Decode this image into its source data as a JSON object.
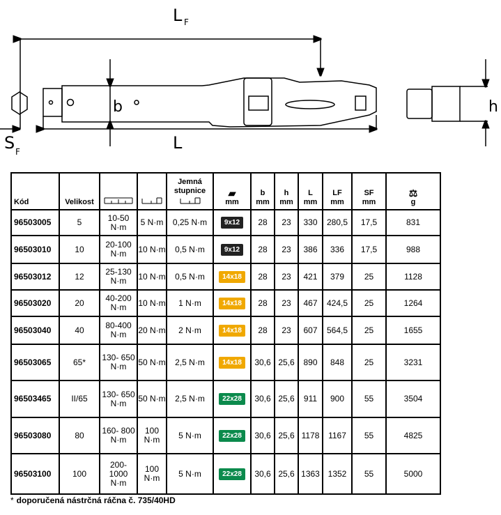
{
  "drawing": {
    "lf": "L",
    "lf_sub": "F",
    "l": "L",
    "sf": "S",
    "sf_sub": "F",
    "b": "b",
    "h": "h"
  },
  "headers": {
    "kod": "Kód",
    "velikost": "Velikost",
    "jemna": "Jemná stupnice",
    "mm": "mm",
    "b": "b",
    "h": "h",
    "L": "L",
    "LF": "LF",
    "SF": "SF",
    "g": "g"
  },
  "colors": {
    "black": "#222222",
    "orange": "#f0a800",
    "green": "#0b8a4c"
  },
  "rows": [
    {
      "kod": "96503005",
      "vel": "5",
      "rozsah": "10-50 N·m",
      "dil": "5 N·m",
      "jemna": "0,25 N·m",
      "ctyrhran": "9x12",
      "color": "#222222",
      "b": "28",
      "h": "23",
      "L": "330",
      "LF": "280,5",
      "SF": "17,5",
      "g": "831"
    },
    {
      "kod": "96503010",
      "vel": "10",
      "rozsah": "20-100 N·m",
      "dil": "10 N·m",
      "jemna": "0,5 N·m",
      "ctyrhran": "9x12",
      "color": "#222222",
      "b": "28",
      "h": "23",
      "L": "386",
      "LF": "336",
      "SF": "17,5",
      "g": "988"
    },
    {
      "kod": "96503012",
      "vel": "12",
      "rozsah": "25-130 N·m",
      "dil": "10 N·m",
      "jemna": "0,5 N·m",
      "ctyrhran": "14x18",
      "color": "#f0a800",
      "b": "28",
      "h": "23",
      "L": "421",
      "LF": "379",
      "SF": "25",
      "g": "1128"
    },
    {
      "kod": "96503020",
      "vel": "20",
      "rozsah": "40-200 N·m",
      "dil": "10 N·m",
      "jemna": "1 N·m",
      "ctyrhran": "14x18",
      "color": "#f0a800",
      "b": "28",
      "h": "23",
      "L": "467",
      "LF": "424,5",
      "SF": "25",
      "g": "1264"
    },
    {
      "kod": "96503040",
      "vel": "40",
      "rozsah": "80-400 N·m",
      "dil": "20 N·m",
      "jemna": "2 N·m",
      "ctyrhran": "14x18",
      "color": "#f0a800",
      "b": "28",
      "h": "23",
      "L": "607",
      "LF": "564,5",
      "SF": "25",
      "g": "1655"
    },
    {
      "kod": "96503065",
      "vel": "65*",
      "rozsah": "130- 650 N·m",
      "dil": "50 N·m",
      "jemna": "2,5 N·m",
      "ctyrhran": "14x18",
      "color": "#f0a800",
      "b": "30,6",
      "h": "25,6",
      "L": "890",
      "LF": "848",
      "SF": "25",
      "g": "3231"
    },
    {
      "kod": "96503465",
      "vel": "II/65",
      "rozsah": "130- 650 N·m",
      "dil": "50 N·m",
      "jemna": "2,5 N·m",
      "ctyrhran": "22x28",
      "color": "#0b8a4c",
      "b": "30,6",
      "h": "25,6",
      "L": "911",
      "LF": "900",
      "SF": "55",
      "g": "3504"
    },
    {
      "kod": "96503080",
      "vel": "80",
      "rozsah": "160- 800 N·m",
      "dil": "100 N·m",
      "jemna": "5 N·m",
      "ctyrhran": "22x28",
      "color": "#0b8a4c",
      "b": "30,6",
      "h": "25,6",
      "L": "1178",
      "LF": "1167",
      "SF": "55",
      "g": "4825"
    },
    {
      "kod": "96503100",
      "vel": "100",
      "rozsah": "200- 1000 N·m",
      "dil": "100 N·m",
      "jemna": "5 N·m",
      "ctyrhran": "22x28",
      "color": "#0b8a4c",
      "b": "30,6",
      "h": "25,6",
      "L": "1363",
      "LF": "1352",
      "SF": "55",
      "g": "5000"
    }
  ],
  "footnote": {
    "star": "*",
    "text": "doporučená nástrčná ráčna č. 735/40HD"
  }
}
